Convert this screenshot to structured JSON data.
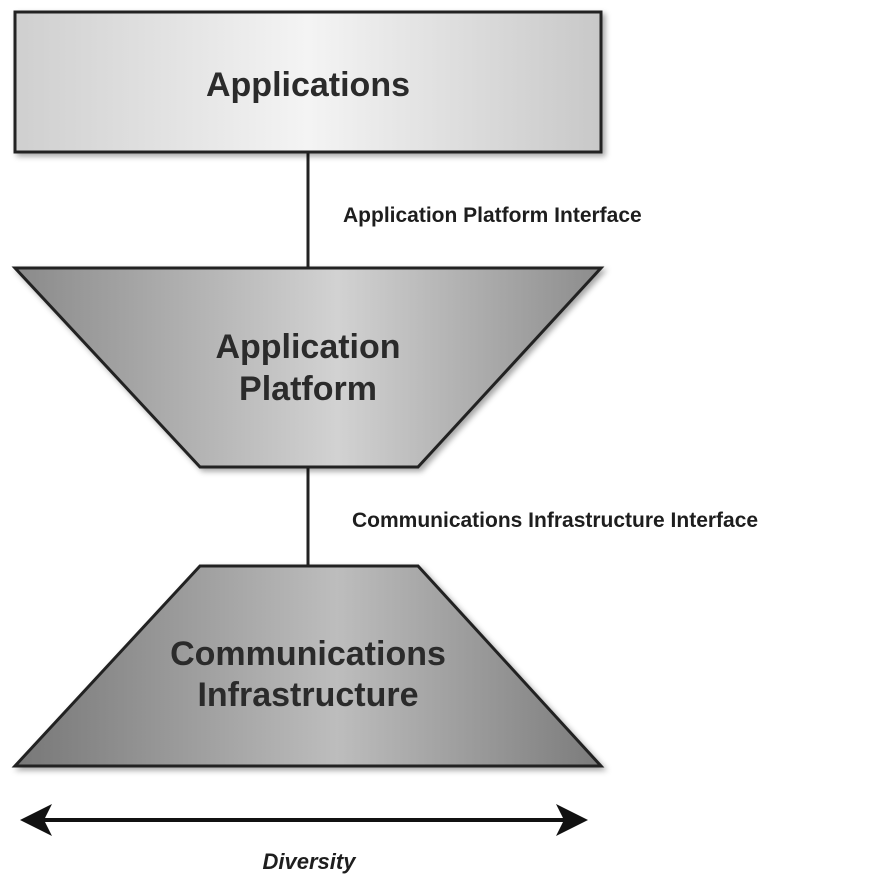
{
  "blocks": {
    "applications": {
      "label": "Applications"
    },
    "application_platform": {
      "lines": [
        "Application",
        "Platform"
      ]
    },
    "communications_infrastructure": {
      "lines": [
        "Communications",
        "Infrastructure"
      ]
    }
  },
  "interfaces": {
    "application_platform_interface": "Application Platform Interface",
    "communications_infrastructure_interface": "Communications Infrastructure Interface"
  },
  "axis": {
    "label": "Diversity"
  },
  "colors": {
    "applications_fill_light": "#f2f2f2",
    "applications_fill_dark": "#cfcfcf",
    "platform_fill_light": "#cdcdcd",
    "platform_fill_dark": "#8f8f8f",
    "infrastructure_fill_light": "#b9b9b9",
    "infrastructure_fill_dark": "#7a7a7a",
    "outline": "#222222",
    "text": "#2b2b2b"
  }
}
